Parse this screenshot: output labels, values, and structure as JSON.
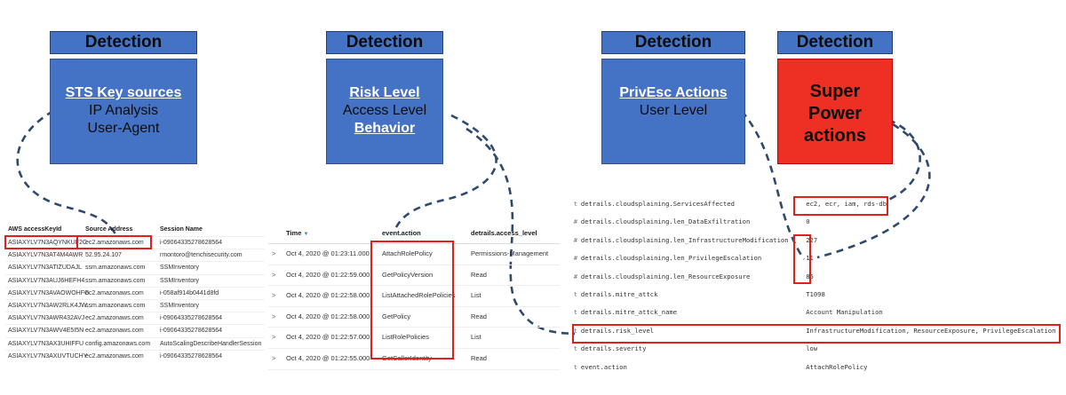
{
  "headers": [
    "Detection",
    "Detection",
    "Detection",
    "Detection"
  ],
  "cards": {
    "sts": {
      "title": "STS Key sources",
      "line1": "IP Analysis",
      "line2": "User-Agent"
    },
    "risk": {
      "title": "Risk Level",
      "line1": "Access Level",
      "line2": "Behavior"
    },
    "privesc": {
      "title": "PrivEsc Actions",
      "line1": "User Level"
    },
    "super": {
      "line1": "Super",
      "line2": "Power",
      "line3": "actions"
    }
  },
  "table1": {
    "headers": [
      "AWS accessKeyId",
      "Source Address",
      "Session Name"
    ],
    "rows": [
      [
        "ASIAXYLV7N3AQYNKUF2C",
        "ec2.amazonaws.com",
        "i-09064335278628564"
      ],
      [
        "ASIAXYLV7N3AT4M4AWR",
        "52.95.24.107",
        "rmontoro@tenchisecurity.com"
      ],
      [
        "ASIAXYLV7N3ATIZUDAJL",
        "ssm.amazonaws.com",
        "SSMInventory"
      ],
      [
        "ASIAXYLV7N3AUJ6HEFH4",
        "ssm.amazonaws.com",
        "SSMInventory"
      ],
      [
        "ASIAXYLV7N3AVAOWOHFG",
        "ec2.amazonaws.com",
        "i-058af914b0441d8fd"
      ],
      [
        "ASIAXYLV7N3AW2RLK4JW",
        "ssm.amazonaws.com",
        "SSMInventory"
      ],
      [
        "ASIAXYLV7N3AWR432AVJ",
        "ec2.amazonaws.com",
        "i-09064335278628564"
      ],
      [
        "ASIAXYLV7N3AWV4E5I5N",
        "ec2.amazonaws.com",
        "i-09064335278628564"
      ],
      [
        "ASIAXYLV7N3AX3UHIFFU",
        "config.amazonaws.com",
        "AutoScalingDescribeHandlerSession"
      ],
      [
        "ASIAXYLV7N3AXUVTUCHY",
        "ec2.amazonaws.com",
        "i-09064335278628564"
      ]
    ]
  },
  "table2": {
    "headers": [
      "Time",
      "event.action",
      "detrails.access_level"
    ],
    "rows": [
      [
        ">",
        "Oct 4, 2020 @ 01:23:11.000",
        "AttachRolePolicy",
        "Permissions-Management"
      ],
      [
        ">",
        "Oct 4, 2020 @ 01:22:59.000",
        "GetPolicyVersion",
        "Read"
      ],
      [
        ">",
        "Oct 4, 2020 @ 01:22:58.000",
        "ListAttachedRolePolicies",
        "List"
      ],
      [
        ">",
        "Oct 4, 2020 @ 01:22:58.000",
        "GetPolicy",
        "Read"
      ],
      [
        ">",
        "Oct 4, 2020 @ 01:22:57.000",
        "ListRolePolicies",
        "List"
      ],
      [
        ">",
        "Oct 4, 2020 @ 01:22:55.000",
        "GetCallerIdentity",
        "Read"
      ]
    ]
  },
  "table3": {
    "rows": [
      [
        "t",
        "detrails.cloudsplaining.ServicesAffected",
        "ec2, ecr, iam, rds-db"
      ],
      [
        "#",
        "detrails.cloudsplaining.len_DataExfiltration",
        "0"
      ],
      [
        "#",
        "detrails.cloudsplaining.len_InfrastructureModification",
        "227"
      ],
      [
        "#",
        "detrails.cloudsplaining.len_PrivilegeEscalation",
        "11"
      ],
      [
        "#",
        "detrails.cloudsplaining.len_ResourceExposure",
        "85"
      ],
      [
        "t",
        "detrails.mitre_attck",
        "T1098"
      ],
      [
        "t",
        "detrails.mitre_attck_name",
        "Account Manipulation"
      ],
      [
        "t",
        "detrails.risk_level",
        "InfrastructureModification, ResourceExposure, PrivilegeEscalation"
      ],
      [
        "t",
        "detrails.severity",
        "low"
      ],
      [
        "t",
        "event.action",
        "AttachRolePolicy"
      ]
    ]
  },
  "colors": {
    "header": "#4472c4",
    "card": "#4472c4",
    "super": "#ee3024",
    "highlight": "#e0201a",
    "connector": "#2f4a6e"
  }
}
